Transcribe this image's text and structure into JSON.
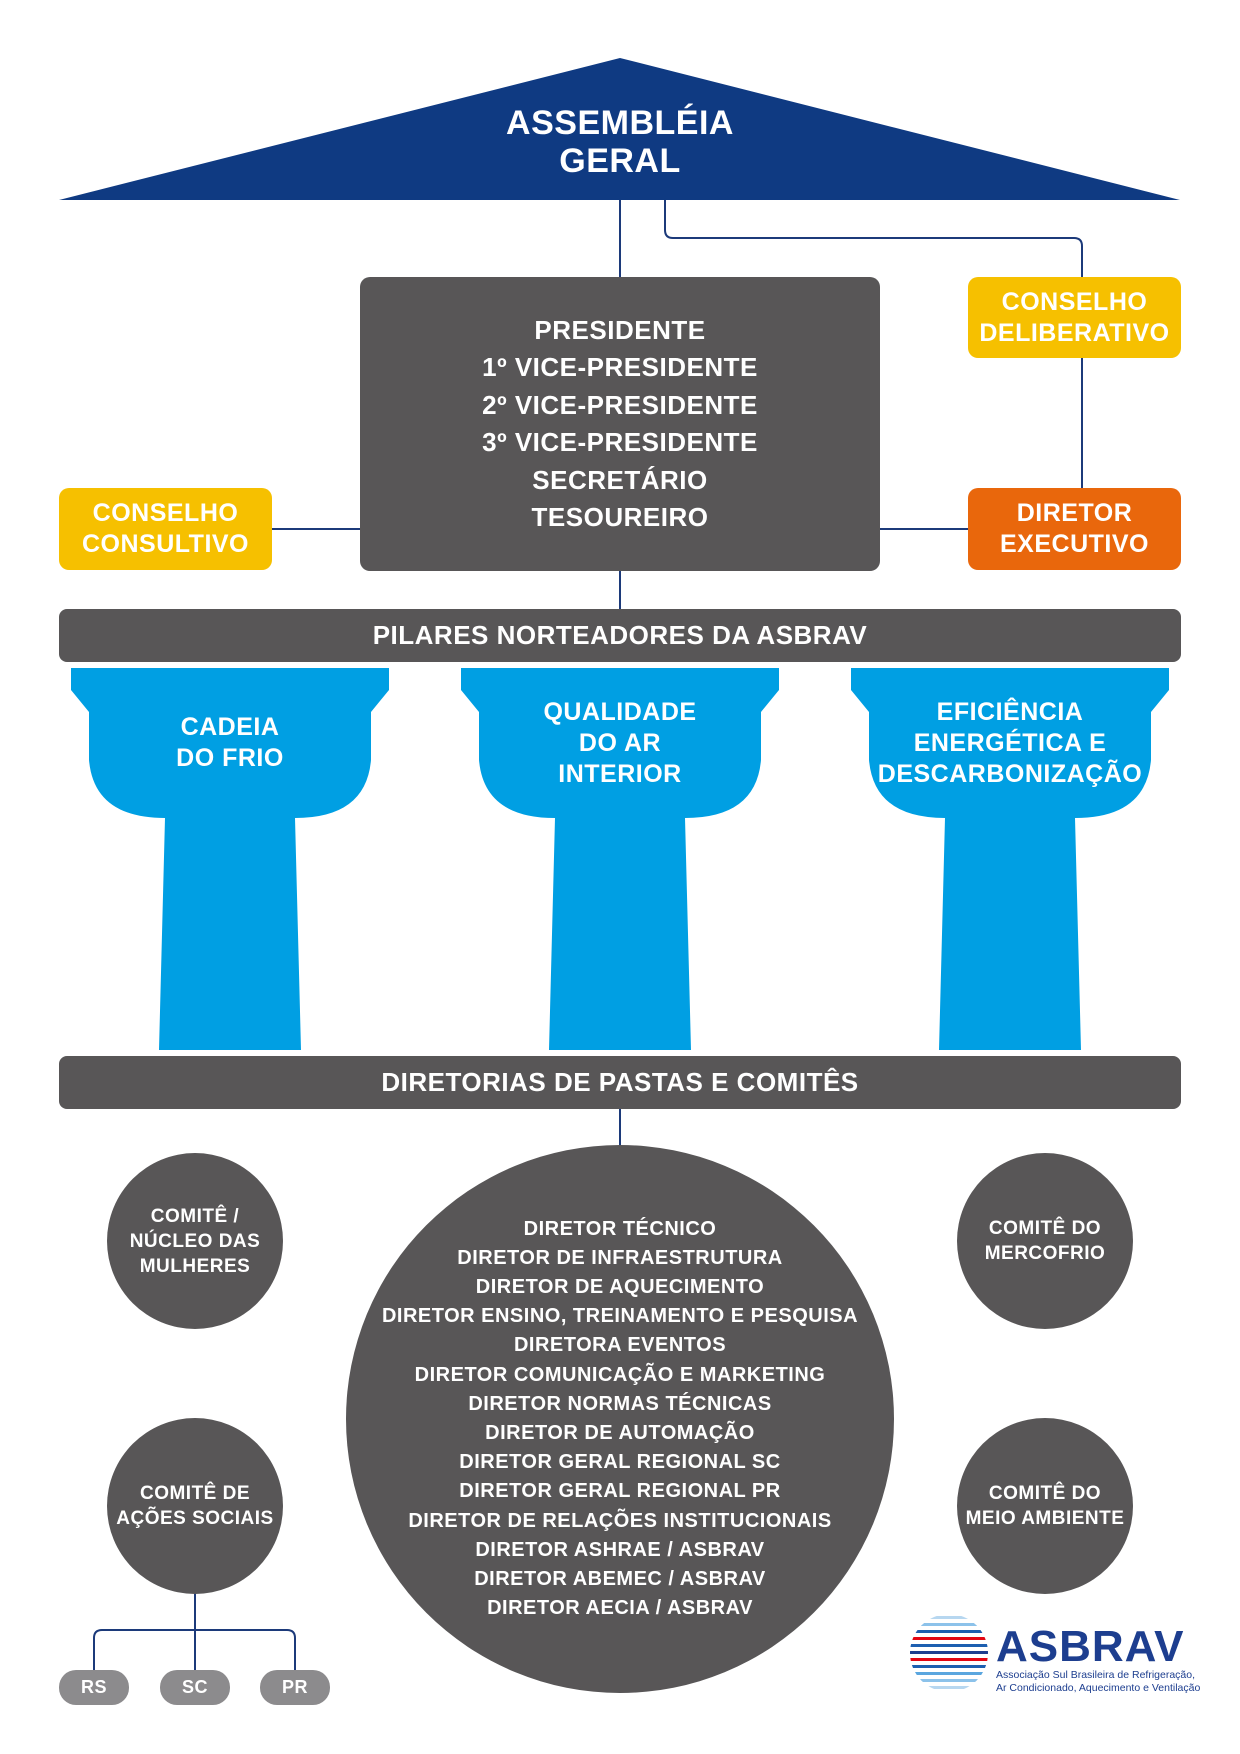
{
  "assembly": {
    "line1": "ASSEMBLÉIA",
    "line2": "GERAL"
  },
  "board": {
    "roles": [
      "PRESIDENTE",
      "1º VICE-PRESIDENTE",
      "2º VICE-PRESIDENTE",
      "3º VICE-PRESIDENTE",
      "SECRETÁRIO",
      "TESOUREIRO"
    ]
  },
  "conselho_deliberativo": {
    "line1": "CONSELHO",
    "line2": "DELIBERATIVO"
  },
  "conselho_consultivo": {
    "line1": "CONSELHO",
    "line2": "CONSULTIVO"
  },
  "diretor_executivo": {
    "line1": "DIRETOR",
    "line2": "EXECUTIVO"
  },
  "pillars_bar": {
    "label": "PILARES NORTEADORES DA ASBRAV"
  },
  "pillars": [
    {
      "lines": [
        "CADEIA",
        "DO FRIO"
      ]
    },
    {
      "lines": [
        "QUALIDADE",
        "DO AR",
        "INTERIOR"
      ]
    },
    {
      "lines": [
        "EFICIÊNCIA",
        "ENERGÉTICA E",
        "DESCARBONIZAÇÃO"
      ]
    }
  ],
  "directors_bar": {
    "label": "DIRETORIAS DE PASTAS E COMITÊS"
  },
  "committees": {
    "mulheres": [
      "COMITÊ /",
      "NÚCLEO DAS",
      "MULHERES"
    ],
    "mercofrio": [
      "COMITÊ DO",
      "MERCOFRIO"
    ],
    "acoes_sociais": [
      "COMITÊ DE",
      "AÇÕES SOCIAIS"
    ],
    "meio_ambiente": [
      "COMITÊ DO",
      "MEIO AMBIENTE"
    ]
  },
  "directors": [
    "DIRETOR TÉCNICO",
    "DIRETOR DE INFRAESTRUTURA",
    "DIRETOR DE AQUECIMENTO",
    "DIRETOR ENSINO, TREINAMENTO E PESQUISA",
    "DIRETORA EVENTOS",
    "DIRETOR COMUNICAÇÃO E MARKETING",
    "DIRETOR NORMAS TÉCNICAS",
    "DIRETOR DE AUTOMAÇÃO",
    "DIRETOR GERAL REGIONAL SC",
    "DIRETOR GERAL REGIONAL PR",
    "DIRETOR DE RELAÇÕES INSTITUCIONAIS",
    "DIRETOR ASHRAE / ASBRAV",
    "DIRETOR ABEMEC / ASBRAV",
    "DIRETOR AECIA / ASBRAV"
  ],
  "regions": [
    "RS",
    "SC",
    "PR"
  ],
  "logo": {
    "name": "ASBRAV",
    "subtitle_line1": "Associação Sul Brasileira de Refrigeração,",
    "subtitle_line2": "Ar Condicionado, Aquecimento e Ventilação"
  },
  "colors": {
    "navy": "#0f3a82",
    "dark_gray": "#585657",
    "yellow": "#f6c000",
    "orange": "#e9670c",
    "pillar_blue": "#009fe3",
    "pill_gray": "#8c8b8d"
  }
}
